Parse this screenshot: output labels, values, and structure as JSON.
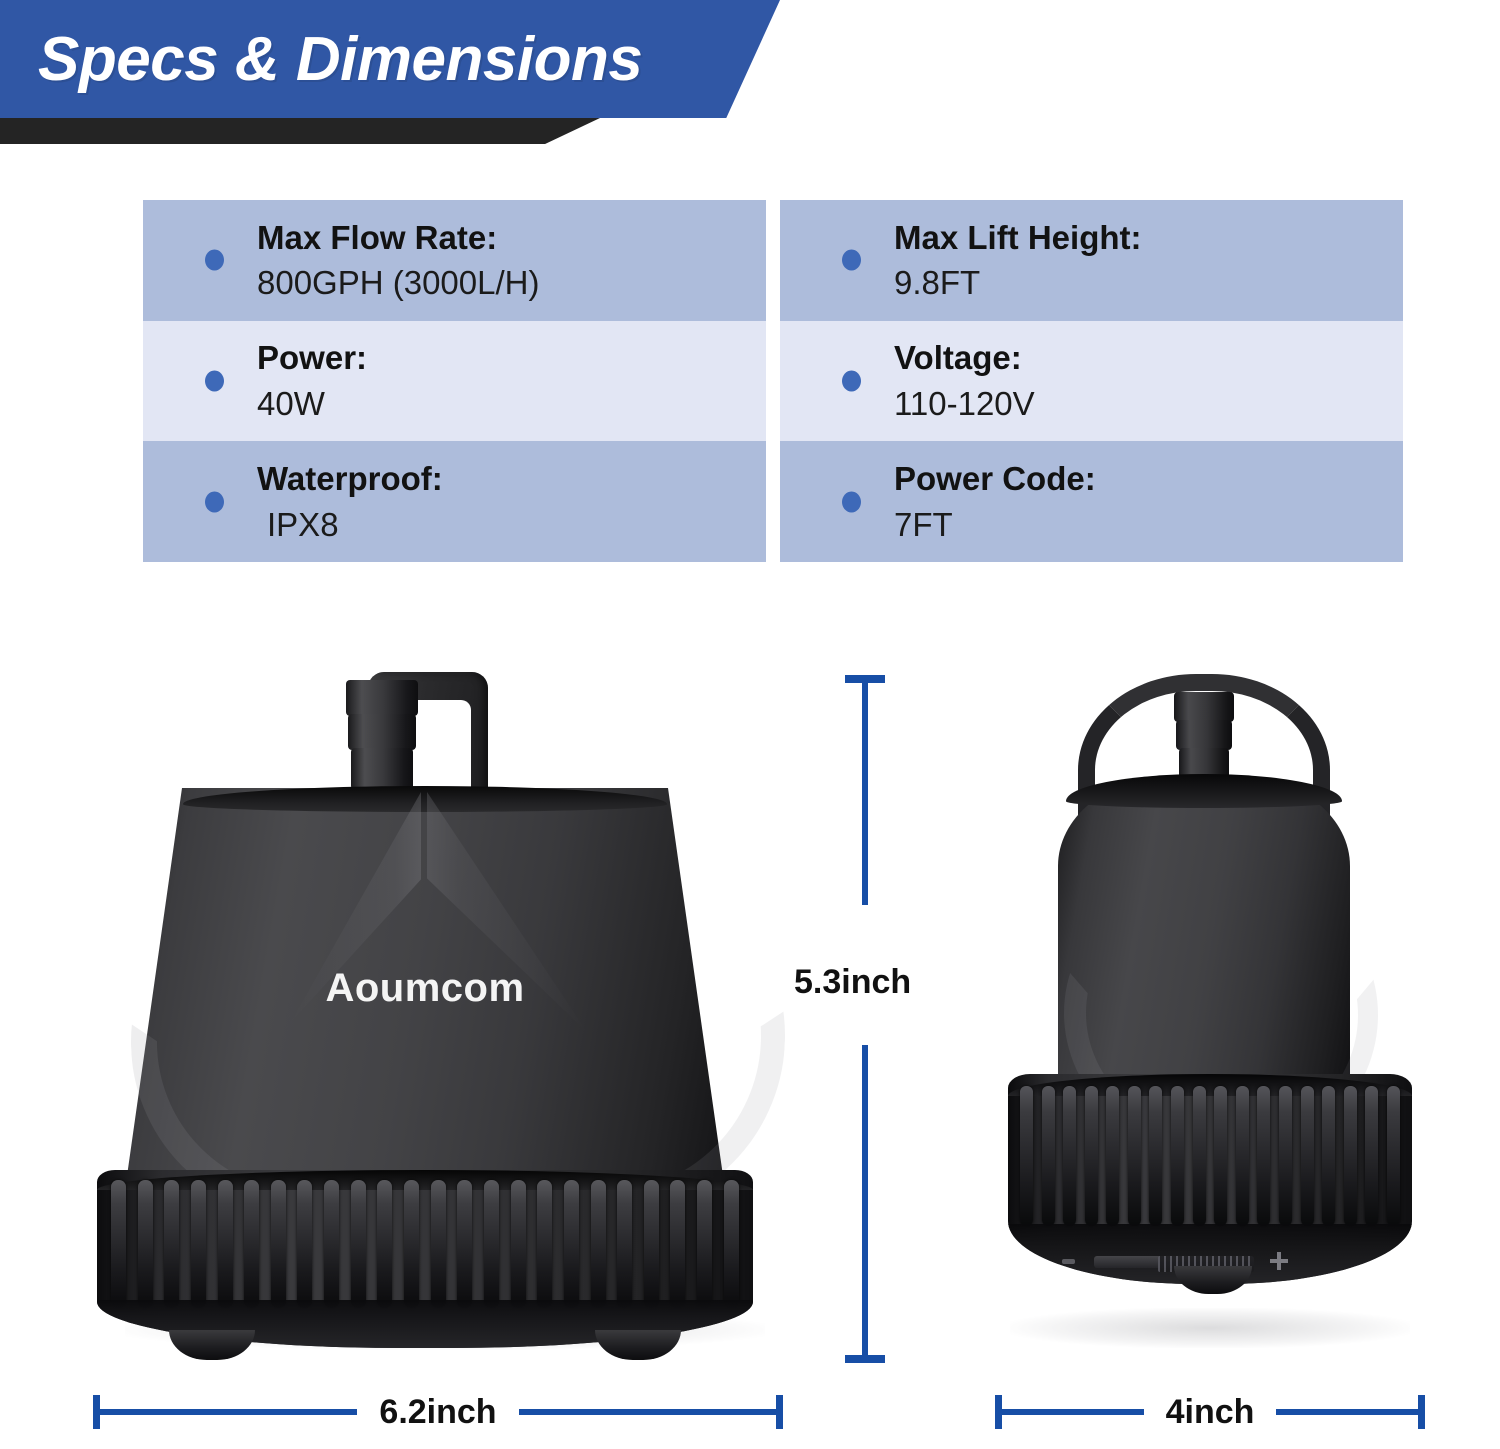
{
  "header": {
    "title": "Specs & Dimensions",
    "banner_color": "#3057a5",
    "accent_dark": "#242424"
  },
  "specs": {
    "row_shade_dark": "#adbcdb",
    "row_shade_light": "#e2e6f4",
    "bullet_color": "#3e69b8",
    "left_column": [
      {
        "label": "Max Flow Rate:",
        "value": "800GPH (3000L/H)"
      },
      {
        "label": "Power:",
        "value": "40W"
      },
      {
        "label": "Waterproof:",
        "value": "IPX8"
      }
    ],
    "right_column": [
      {
        "label": "Max Lift Height:",
        "value": "9.8FT"
      },
      {
        "label": "Voltage:",
        "value": "110-120V"
      },
      {
        "label": "Power Code:",
        "value": "7FT"
      }
    ]
  },
  "product": {
    "brand": "Aoumcom",
    "front_view_name": "submersible-water-pump-front-view",
    "side_view_name": "submersible-water-pump-side-view"
  },
  "dimensions": {
    "line_color": "#174ea6",
    "height": "5.3inch",
    "front_width": "6.2inch",
    "side_width": "4inch"
  }
}
